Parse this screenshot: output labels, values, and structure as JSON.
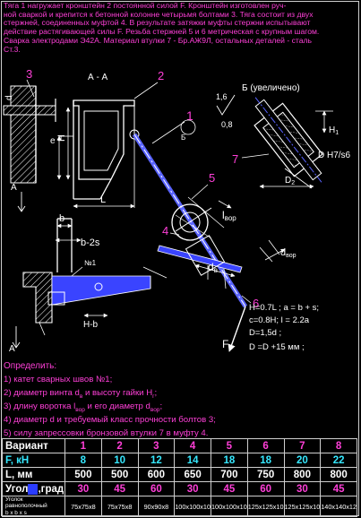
{
  "intro_lines": [
    "Тяга 1 нагружает кронштейн 2 постоянной силой F. Кронштейн изготовлен руч-",
    "ной сваркой и крепится к бетонной колонне четырьмя болтами 3. Тяга состоит из двух",
    "стержней, соединенных муфтой 4. В результате затяжки муфты стержни испытывают",
    "действие растягивающей силы F. Резьба стержней 5 и 6 метрическая с крупным шагом.",
    "Сварка электродами Э42А. Материал втулки 7 - Бр.АЖ9Л, остальных деталей - сталь",
    "Ст.3."
  ],
  "diagram": {
    "section_label": "А - А",
    "detail_label": "Б (увеличено)",
    "part_numbers": [
      "1",
      "2",
      "3",
      "4",
      "5",
      "6",
      "7"
    ],
    "dims": {
      "d": "d",
      "e": "e",
      "H": "H",
      "L": "L",
      "roughness_top": "1,6",
      "roughness_bot": "0,8",
      "H1": "H",
      "H1_sub": "1",
      "fit": "D H7/s6",
      "D2": "D",
      "D2_sub": "2",
      "b": "b",
      "b2s": "b-2s",
      "weld_no": "№1",
      "Hb": "H-b",
      "lvor": "l",
      "lvor_sub": "вор",
      "dvor": "d",
      "dvor_sub": "вор",
      "dv": "d",
      "dv_sub": "в",
      "force": "F",
      "section_A": "A",
      "view_B": "Б"
    },
    "formulas": [
      "H=0.7L ; a = b + s;",
      "c=0.8H; l  = 2.2a",
      "D=1,5d ;",
      "D =D +15 мм ;"
    ]
  },
  "tasks": {
    "header": "Определить:",
    "items": [
      {
        "pre": "1) катет сварных швов №1;",
        "sub1": "",
        "mid": "",
        "sub2": "",
        "post": ""
      },
      {
        "pre": "2) диаметр винта d",
        "sub1": "в",
        "mid": " и высоту гайки H",
        "sub2": "г",
        "post": ";"
      },
      {
        "pre": "3) длину воротка l",
        "sub1": "вор",
        "mid": " и его диаметр d",
        "sub2": "вор",
        "post": ";"
      },
      {
        "pre": "4) диаметр d и требуемый класс прочности болтов 3;",
        "sub1": "",
        "mid": "",
        "sub2": "",
        "post": ""
      },
      {
        "pre": "5) силу запрессовки бронзовой втулки 7 в муфту 4.",
        "sub1": "",
        "mid": "",
        "sub2": "",
        "post": ""
      }
    ]
  },
  "table": {
    "rows": {
      "variant": {
        "label": "Вариант",
        "values": [
          "1",
          "2",
          "3",
          "4",
          "5",
          "6",
          "7",
          "8"
        ]
      },
      "force": {
        "label": "F, кН",
        "values": [
          "8",
          "10",
          "12",
          "14",
          "18",
          "18",
          "20",
          "22"
        ]
      },
      "length": {
        "label": "L, мм",
        "values": [
          "500",
          "500",
          "600",
          "650",
          "700",
          "750",
          "800",
          "800"
        ]
      },
      "angle": {
        "label": "Угол",
        "label_hl": "α",
        "label_tail": ",град",
        "values": [
          "30",
          "45",
          "60",
          "30",
          "45",
          "60",
          "30",
          "45"
        ]
      },
      "corner": {
        "label_line1": "Уголок равнополочный",
        "label_line2": "b x b x s",
        "values": [
          "75х75х8",
          "75х75х8",
          "90х90х8",
          "100х100х10",
          "100х100х10",
          "125х125х10",
          "125х125х10",
          "140х140х12"
        ]
      }
    }
  },
  "colors": {
    "line": "#ffffff",
    "text": "#ff3fd8",
    "cyan": "#35e8ff",
    "hatch": "#ffffff",
    "rod": "#5a64ff",
    "leader_blue": "#3a44ff",
    "frame": "#cfcfcf"
  }
}
